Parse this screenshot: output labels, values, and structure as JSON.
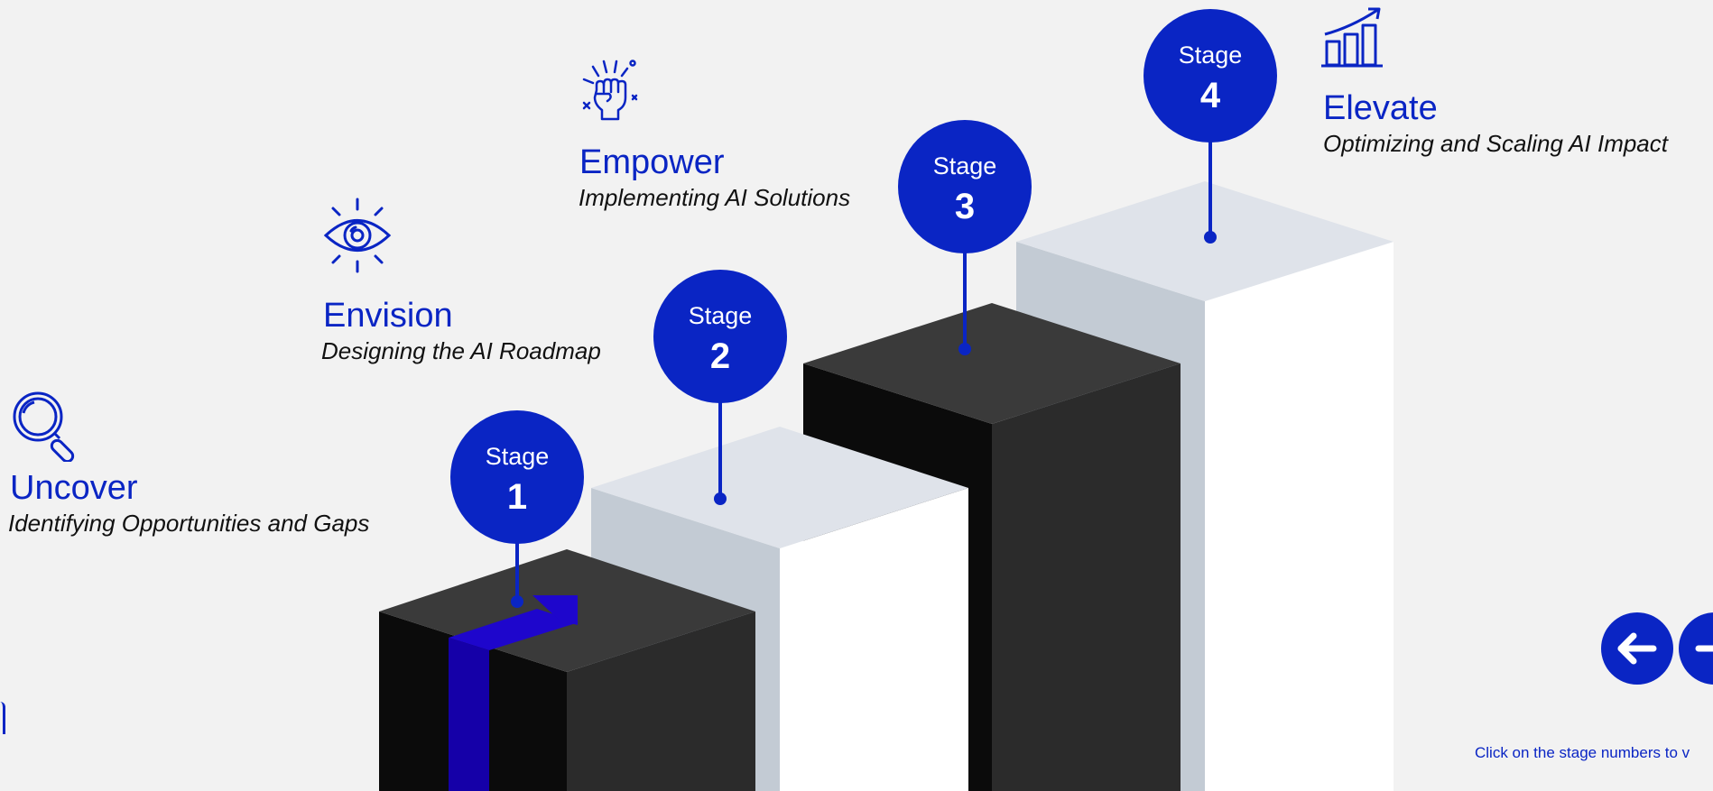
{
  "stages": [
    {
      "word": "Stage",
      "number": "1",
      "title": "Uncover",
      "subtitle": "Identifying Opportunities and Gaps",
      "icon": "magnifier-icon"
    },
    {
      "word": "Stage",
      "number": "2",
      "title": "Envision",
      "subtitle": "Designing the AI Roadmap",
      "icon": "eye-icon"
    },
    {
      "word": "Stage",
      "number": "3",
      "title": "Empower",
      "subtitle": "Implementing AI Solutions",
      "icon": "raised-fist-icon"
    },
    {
      "word": "Stage",
      "number": "4",
      "title": "Elevate",
      "subtitle": "Optimizing and Scaling AI Impact",
      "icon": "growth-chart-icon"
    }
  ],
  "navigation": {
    "previous_icon": "arrow-left-icon",
    "next_icon": "arrow-right-icon"
  },
  "hint_text": "Click on the stage numbers to v",
  "colors": {
    "accent": "#0a25c4",
    "background": "#f2f2f2",
    "dark_block": "#2a2a2a",
    "light_block": "#ffffff"
  }
}
